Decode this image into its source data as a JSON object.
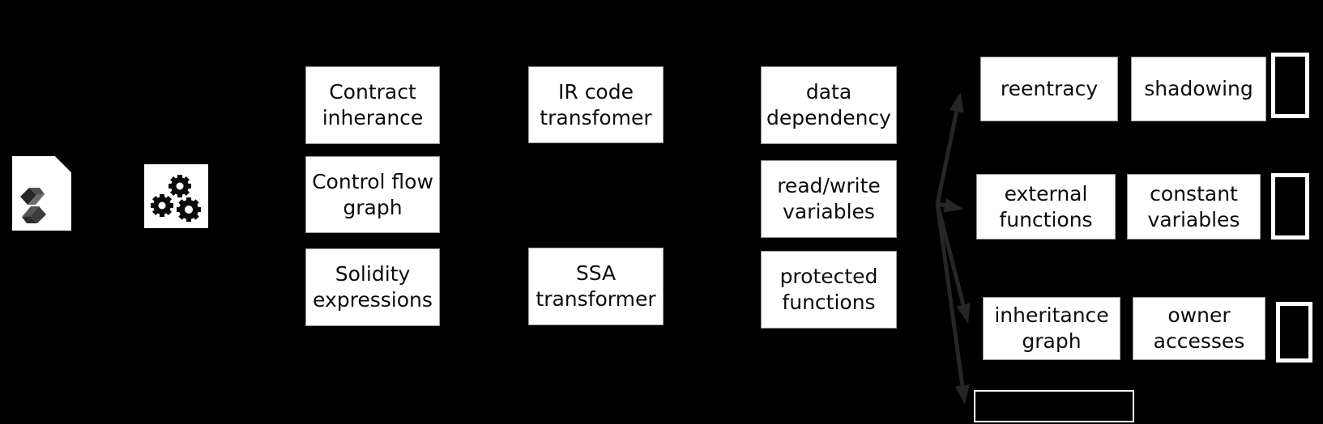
{
  "diagram": {
    "title_hint": "static analysis pipeline diagram",
    "input": {
      "file_icon": "solidity-source-file-icon",
      "compiler_icon": "compiler-gears-icon"
    },
    "parsing_boxes": [
      {
        "label": "Contract inherance"
      },
      {
        "label": "Control flow graph"
      },
      {
        "label": "Solidity expressions"
      }
    ],
    "ir_boxes": [
      {
        "label": "IR code transfomer"
      },
      {
        "label": "SSA transformer"
      }
    ],
    "analysis_boxes": [
      {
        "label": "data dependency"
      },
      {
        "label": "read/write variables"
      },
      {
        "label": "protected functions"
      }
    ],
    "detector_boxes": [
      {
        "label": "reentracy"
      },
      {
        "label": "shadowing"
      },
      {
        "label": "external functions"
      },
      {
        "label": "constant variables"
      },
      {
        "label": "inheritance graph"
      },
      {
        "label": "owner accesses"
      }
    ],
    "placeholders": {
      "missing_glyph_boxes": 3,
      "empty_outlined_box": 1
    },
    "colors": {
      "background": "#000000",
      "box_fill": "#ffffff",
      "box_text": "#0d0d0d",
      "arrow": "#262626",
      "logo_grays": [
        "#272727",
        "#4f4f4f",
        "#6e6e6e"
      ]
    }
  }
}
